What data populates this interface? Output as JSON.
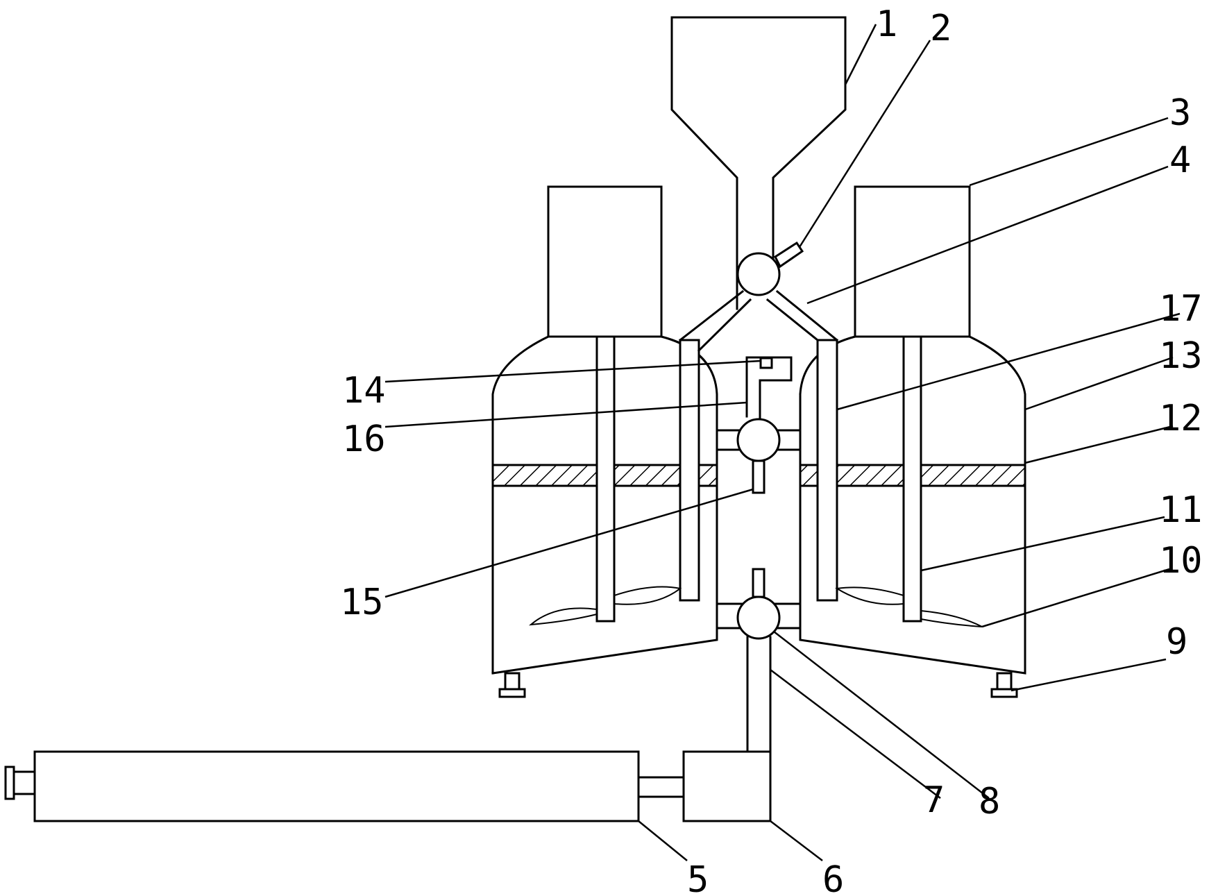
{
  "colors": {
    "line": "#000000",
    "background": "#ffffff"
  },
  "labels": [
    "1",
    "2",
    "3",
    "4",
    "17",
    "13",
    "12",
    "11",
    "10",
    "9",
    "14",
    "16",
    "15",
    "7",
    "8",
    "5",
    "6"
  ]
}
